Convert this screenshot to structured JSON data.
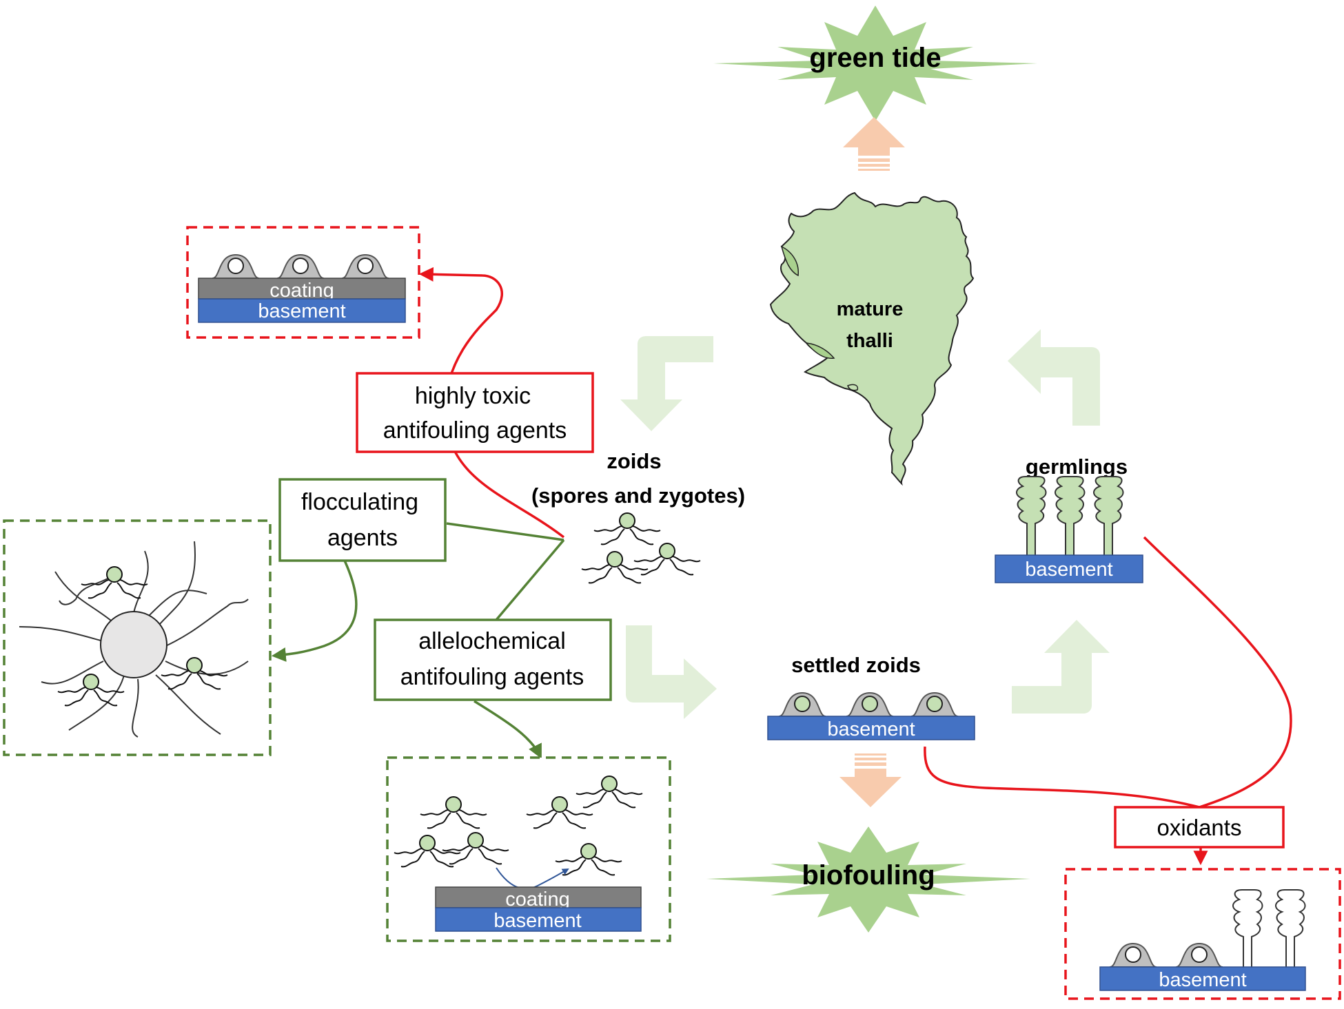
{
  "labels": {
    "green_tide": "green tide",
    "biofouling": "biofouling",
    "mature_thalli_line1": "mature",
    "mature_thalli_line2": "thalli",
    "zoids_line1": "zoids",
    "zoids_line2": "(spores and zygotes)",
    "germlings": "germlings",
    "settled_zoids": "settled zoids"
  },
  "agents": {
    "toxic_line1": "highly toxic",
    "toxic_line2": "antifouling agents",
    "flocculating_line1": "flocculating",
    "flocculating_line2": "agents",
    "allelochemical_line1": "allelochemical",
    "allelochemical_line2": "antifouling agents",
    "oxidants": "oxidants"
  },
  "layers": {
    "coating": "coating",
    "basement": "basement"
  },
  "colors": {
    "red": "#e8141b",
    "green_line": "#548235",
    "algae_fill": "#b8dca5",
    "starburst": "#a9d18e",
    "pale_arrow": "#e2efd9",
    "peach_arrow": "#f8cbad",
    "basement_blue": "#4472c4",
    "coating_gray": "#7f7f7f"
  }
}
